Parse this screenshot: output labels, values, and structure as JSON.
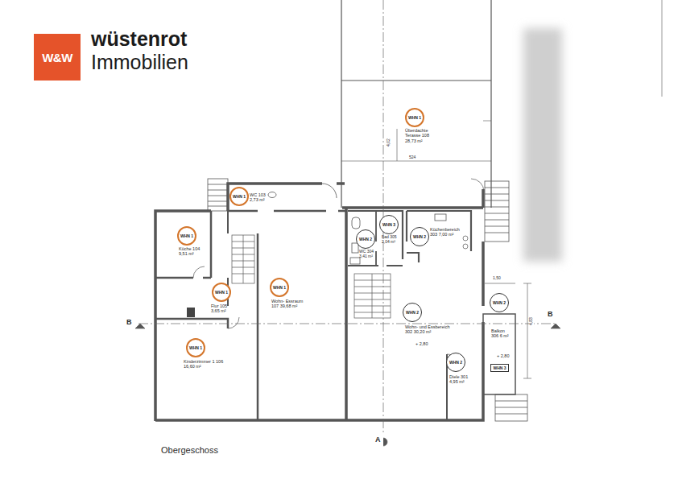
{
  "diagram": {
    "nodes": [
      {
        "text": [
          "W&W"
        ]
      },
      {
        "text": [
          "WHN 1"
        ]
      },
      {
        "text": [
          "WHN 1"
        ]
      },
      {
        "text": [
          "WHN 3"
        ]
      },
      {
        "text": [
          "WHN 2"
        ]
      },
      {
        "text": [
          "WHN 2"
        ]
      },
      {
        "text": [
          "WHN 1"
        ]
      },
      {
        "text": [
          "WHN 1"
        ]
      },
      {
        "text": [
          "WHN 1"
        ]
      },
      {
        "text": [
          "WHN 2"
        ]
      },
      {
        "text": [
          "WHN 2"
        ]
      },
      {
        "text": [
          "WHN 1"
        ]
      },
      {
        "text": [
          "WHN 3"
        ]
      },
      {
        "text": [
          "WHN 2"
        ]
      }
    ],
    "labels": [
      "wüstenrot",
      "Immobilien",
      "Überdachte Terasse 108 28,73 m²",
      "524",
      "4,02",
      "WC 103 2,73 m²",
      "Küche 104 9,51 m²",
      "Flur 105 3,65 m²",
      "Wohn- Essraum 107 39,68 m²",
      "Kinderzimmer 1 106 16,60 m²",
      "Bad 305 2,04 m²",
      "WC 304 3,41 m²",
      "Küchenbereich 303 7,00 m²",
      "Wohn- und Essbereich 302 30,20 m²",
      "+ 2,80",
      "Diele 301 4,95 m²",
      "1,50",
      "Balkon 306 6 m²",
      "+ 2,80",
      "4,83",
      "B",
      "B",
      "A",
      "Obergeschoss"
    ]
  }
}
